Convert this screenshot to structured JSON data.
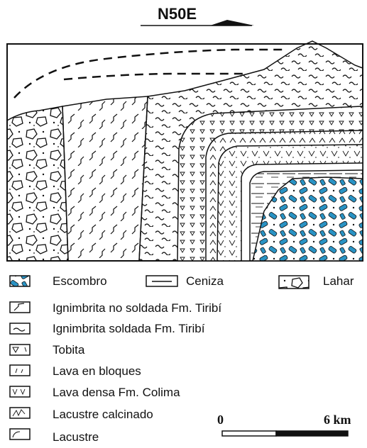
{
  "orientation": {
    "label": "N50E"
  },
  "legend": [
    {
      "id": "escombro",
      "label": "Escombro"
    },
    {
      "id": "ceniza",
      "label": "Ceniza"
    },
    {
      "id": "lahar",
      "label": "Lahar"
    },
    {
      "id": "ignimbrita-no-soldada",
      "label": "Ignimbrita no soldada  Fm. Tiribí"
    },
    {
      "id": "ignimbrita-soldada",
      "label": "Ignimbrita  soldada Fm. Tiribí"
    },
    {
      "id": "tobita",
      "label": "Tobita"
    },
    {
      "id": "lava-bloques",
      "label": "Lava en bloques"
    },
    {
      "id": "lava-densa",
      "label": "Lava densa Fm. Colima"
    },
    {
      "id": "lacustre-calcinado",
      "label": "Lacustre calcinado"
    },
    {
      "id": "lacustre",
      "label": "Lacustre"
    }
  ],
  "scale_bar": {
    "start_label": "0",
    "end_label": "6 km"
  },
  "colors": {
    "escombro_fill": "#2a93c4",
    "line": "#111111",
    "background": "#ffffff"
  }
}
